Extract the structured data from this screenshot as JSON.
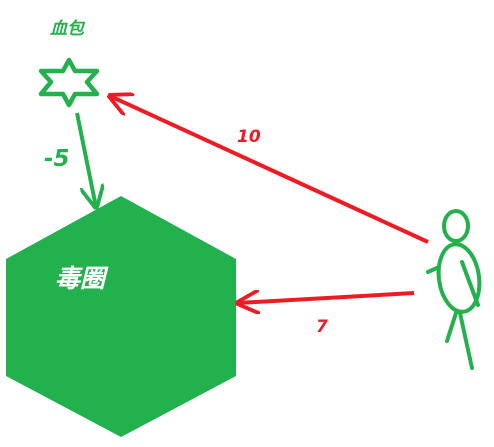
{
  "labels": {
    "health_pack": "血包",
    "poison_circle": "毒圈",
    "health_to_poison_value": "-5",
    "player_to_health_value": "10",
    "player_to_poison_value": "7"
  },
  "colors": {
    "green": "#22b14c",
    "red": "#ed1c24",
    "white": "#ffffff"
  },
  "icons": {
    "health_pack": "star-of-david-icon",
    "player": "stick-figure-icon"
  }
}
